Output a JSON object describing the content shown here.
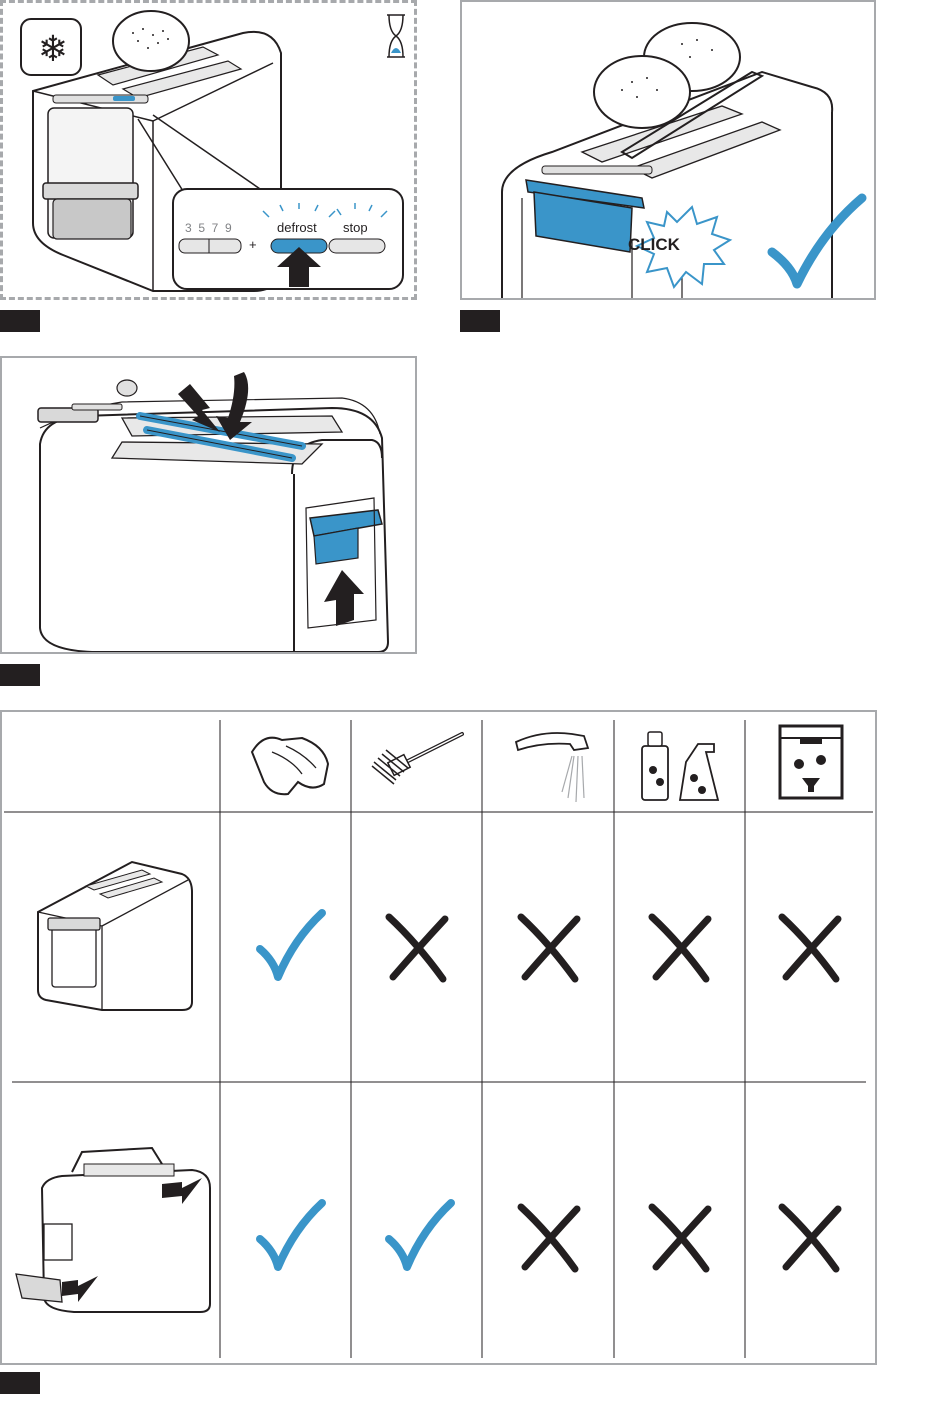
{
  "figure1": {
    "panel_label": "",
    "buttons": {
      "levels": "3  5  7  9",
      "plus": "+",
      "defrost": "defrost",
      "stop": "stop"
    },
    "icons": [
      "snowflake-icon",
      "hourglass-icon"
    ]
  },
  "figure2": {
    "click_label": "CLICK",
    "icons": [
      "checkmark-icon"
    ]
  },
  "figure3": {
    "icons": [
      "arrow-down-icon",
      "arrow-up-icon"
    ]
  },
  "cleaning_table": {
    "columns": [
      "damp-cloth-icon",
      "brush-icon",
      "tap-water-icon",
      "spray-cleaner-icon",
      "dishwasher-icon"
    ],
    "rows": [
      {
        "name": "toaster-body",
        "marks": [
          "check",
          "cross",
          "cross",
          "cross",
          "cross"
        ]
      },
      {
        "name": "bun-warmer-and-crumb-tray",
        "marks": [
          "check",
          "check",
          "cross",
          "cross",
          "cross"
        ]
      }
    ]
  },
  "colors": {
    "accent": "#3a95c9",
    "line": "#231f20",
    "frame": "#a7a9ac"
  }
}
